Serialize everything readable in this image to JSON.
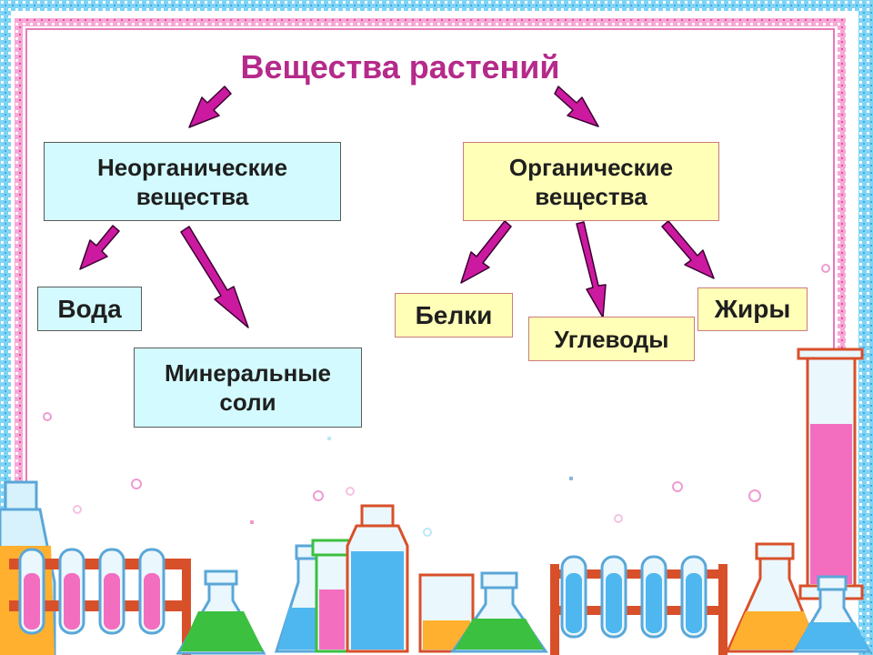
{
  "diagram": {
    "title": "Вещества растений",
    "nodes": {
      "inorganic": {
        "line1": "Неорганические",
        "line2": "вещества"
      },
      "organic": {
        "line1": "Органические",
        "line2": "вещества"
      },
      "water": {
        "label": "Вода"
      },
      "minerals": {
        "line1": "Минеральные",
        "line2": "соли"
      },
      "proteins": {
        "label": "Белки"
      },
      "carbs": {
        "label": "Углеводы"
      },
      "fats": {
        "label": "Жиры"
      }
    },
    "edges": [
      {
        "from": "title",
        "to": "inorganic"
      },
      {
        "from": "title",
        "to": "organic"
      },
      {
        "from": "inorganic",
        "to": "water"
      },
      {
        "from": "inorganic",
        "to": "minerals"
      },
      {
        "from": "organic",
        "to": "proteins"
      },
      {
        "from": "organic",
        "to": "carbs"
      },
      {
        "from": "organic",
        "to": "fats"
      }
    ]
  },
  "colors": {
    "title": "#b52a8a",
    "arrow": "#cc1aa0",
    "arrow_outline": "#3a0030",
    "inorganic_fill": "#d3fbff",
    "organic_fill": "#ffffb7",
    "frame_pink": "#f277bc",
    "frame_blue": "#55c5f1",
    "liquid_pink": "#f46ec0",
    "liquid_blue": "#4fb7ef",
    "liquid_green": "#3bc040",
    "liquid_orange": "#ffb02e"
  }
}
